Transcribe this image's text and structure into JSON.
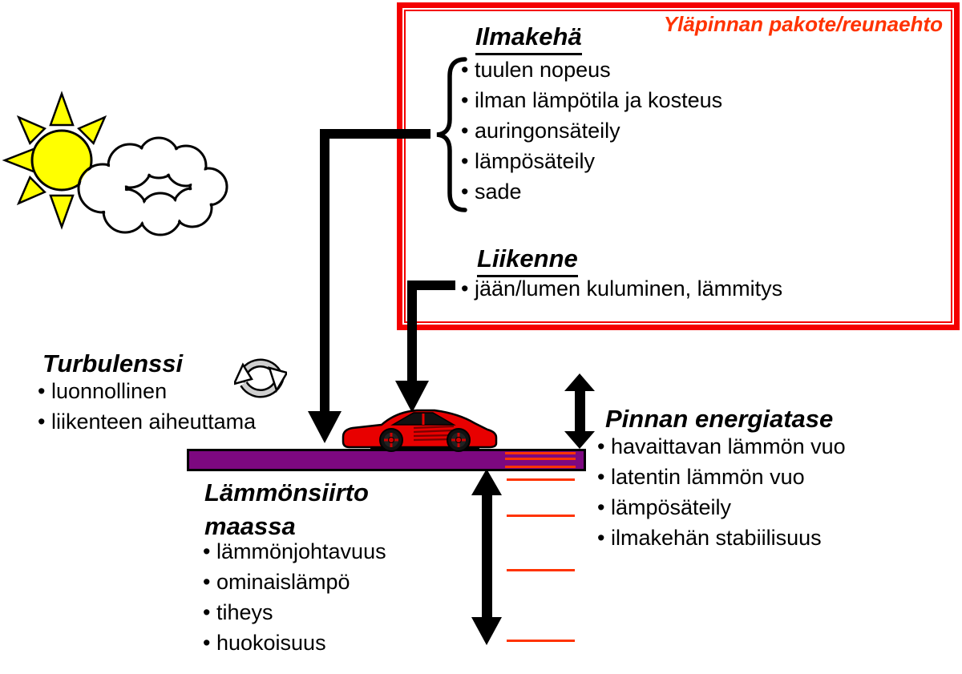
{
  "box_label": "Yläpinnan pakote/reunaehto",
  "sections": {
    "atmosphere": {
      "heading": "Ilmakehä",
      "items": [
        "tuulen nopeus",
        "ilman lämpötila ja kosteus",
        "auringonsäteily",
        "lämpösäteily",
        "sade"
      ]
    },
    "traffic": {
      "heading": "Liikenne",
      "items": [
        "jään/lumen kuluminen, lämmitys"
      ]
    },
    "turbulence": {
      "heading": "Turbulenssi",
      "items": [
        "luonnollinen",
        "liikenteen aiheuttama"
      ]
    },
    "surface_energy": {
      "heading": "Pinnan energiatase",
      "items": [
        "havaittavan lämmön vuo",
        "latentin lämmön vuo",
        "lämpösäteily",
        "ilmakehän stabiilisuus"
      ]
    },
    "ground_heat": {
      "heading_line1": "Lämmönsiirto",
      "heading_line2": "maassa",
      "items": [
        "lämmönjohtavuus",
        "ominaislämpö",
        "tiheys",
        "huokoisuus"
      ]
    }
  },
  "icons": {
    "sun_cloud": "sun-behind-cloud",
    "turbulence_cycle": "circulating-arrows",
    "car": "red-sports-car"
  },
  "colors": {
    "box_border": "#f40000",
    "box_title": "#ff3300",
    "road_purple": "#7d0880",
    "heat_layer_orange": "#ff3300",
    "sun_yellow": "#ffff00",
    "car_red": "#e80000"
  }
}
